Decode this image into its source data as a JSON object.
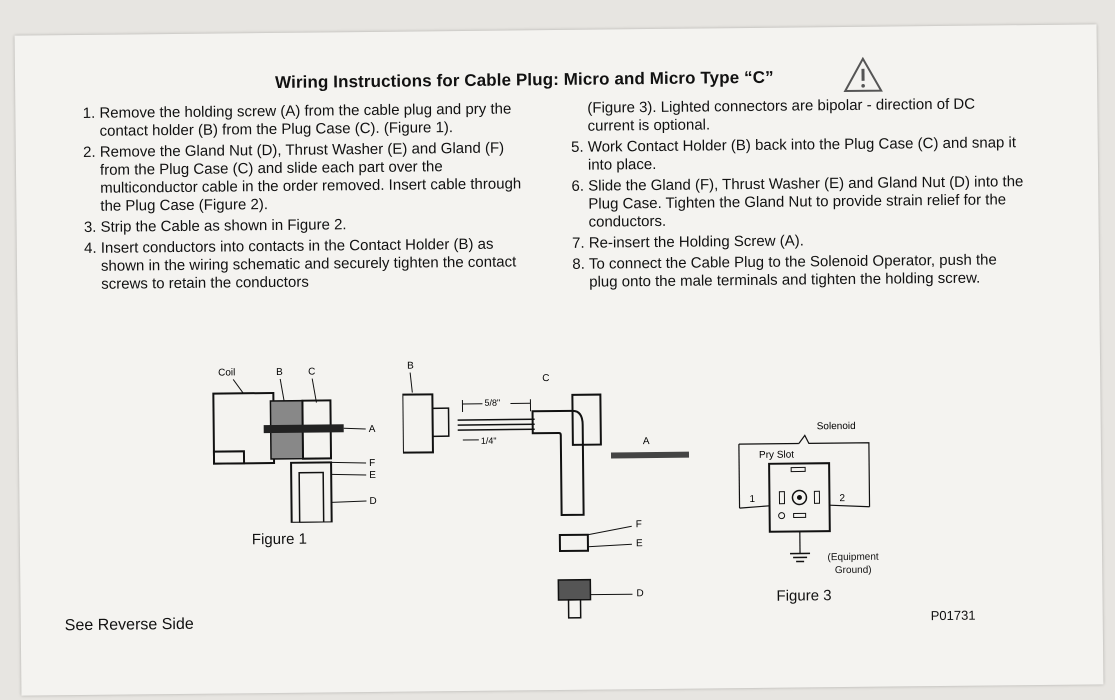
{
  "title": "Wiring Instructions for Cable Plug: Micro and Micro Type “C”",
  "steps_left": [
    {
      "num": "1.",
      "text": "Remove the holding screw (A) from the cable plug and pry the contact holder (B) from the Plug Case (C). (Figure 1)."
    },
    {
      "num": "2.",
      "text": "Remove the Gland Nut (D), Thrust Washer (E) and Gland (F) from the Plug Case (C) and slide each part over the multiconductor cable in the order removed. Insert cable through the Plug Case (Figure 2)."
    },
    {
      "num": "3.",
      "text": "Strip the Cable as shown in Figure 2."
    },
    {
      "num": "4.",
      "text": "Insert conductors into contacts in the Contact Holder (B) as shown in the wiring schematic and securely tighten the contact screws to retain the  conductors"
    }
  ],
  "step4_continued": "(Figure 3). Lighted connectors are bipolar - direction of DC current is optional.",
  "steps_right": [
    {
      "num": "5.",
      "text": "Work Contact Holder (B) back into the Plug Case (C) and snap it into place."
    },
    {
      "num": "6.",
      "text": "Slide the Gland (F), Thrust Washer (E) and Gland Nut (D) into the Plug Case. Tighten the Gland Nut to provide strain relief for the conductors."
    },
    {
      "num": "7.",
      "text": "Re-insert the Holding Screw (A)."
    },
    {
      "num": "8.",
      "text": "To connect the Cable Plug to the Solenoid Operator, push the plug onto the male terminals and tighten the holding screw."
    }
  ],
  "figure1": {
    "caption": "Figure 1",
    "labels": {
      "coil": "Coil",
      "b": "B",
      "c": "C",
      "a": "A",
      "f": "F",
      "e": "E",
      "d": "D"
    }
  },
  "figure2": {
    "labels": {
      "b": "B",
      "c": "C",
      "a": "A",
      "f": "F",
      "e": "E",
      "d": "D",
      "dim1": "5/8\"",
      "dim2": "1/4\""
    }
  },
  "figure3": {
    "caption": "Figure 3",
    "labels": {
      "solenoid": "Solenoid",
      "pry_slot": "Pry Slot",
      "t1": "1",
      "t2": "2",
      "ground": "(Equipment Ground)"
    }
  },
  "footer": {
    "left": "See Reverse Side",
    "right": "P01731"
  },
  "colors": {
    "paper": "#f4f3f0",
    "ink": "#111111",
    "background": "#e7e5e1"
  }
}
